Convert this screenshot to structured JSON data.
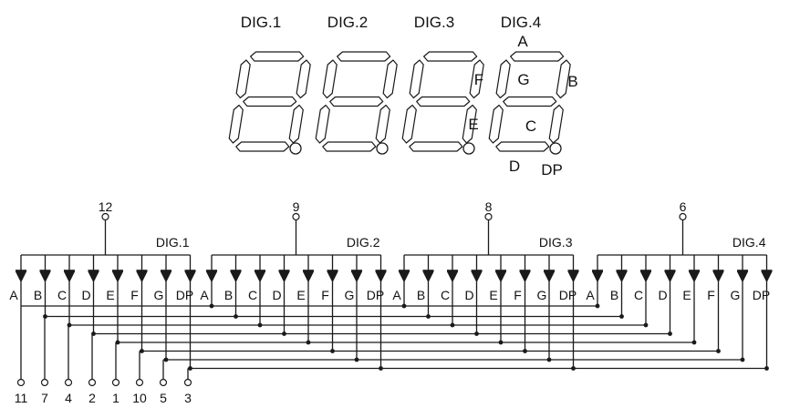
{
  "display": {
    "digit_labels": [
      "DIG.1",
      "DIG.2",
      "DIG.3",
      "DIG.4"
    ],
    "segment_labels": {
      "A": "A",
      "B": "B",
      "C": "C",
      "D": "D",
      "E": "E",
      "F": "F",
      "G": "G",
      "DP": "DP"
    }
  },
  "schematic": {
    "groups": [
      {
        "label": "DIG.1",
        "common_pin": "12"
      },
      {
        "label": "DIG.2",
        "common_pin": "9"
      },
      {
        "label": "DIG.3",
        "common_pin": "8"
      },
      {
        "label": "DIG.4",
        "common_pin": "6"
      }
    ],
    "segments": [
      "A",
      "B",
      "C",
      "D",
      "E",
      "F",
      "G",
      "DP"
    ],
    "segment_pins": [
      "11",
      "7",
      "4",
      "2",
      "1",
      "10",
      "5",
      "3"
    ]
  },
  "colors": {
    "line": "#1a1a1a",
    "background": "#ffffff"
  }
}
